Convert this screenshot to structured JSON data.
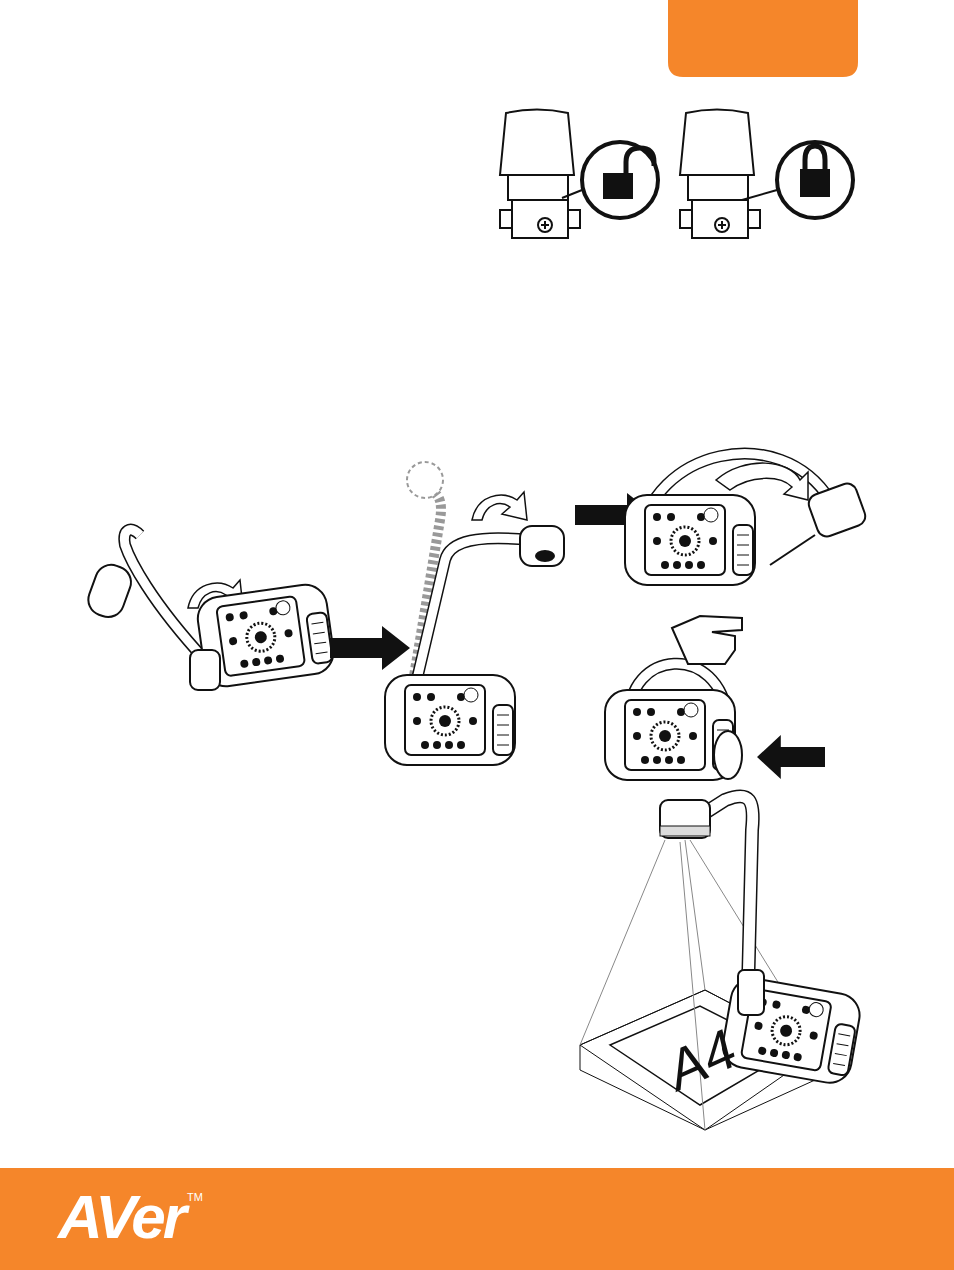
{
  "diagram": {
    "labels": [
      "A4",
      "AVer",
      "TM"
    ]
  }
}
